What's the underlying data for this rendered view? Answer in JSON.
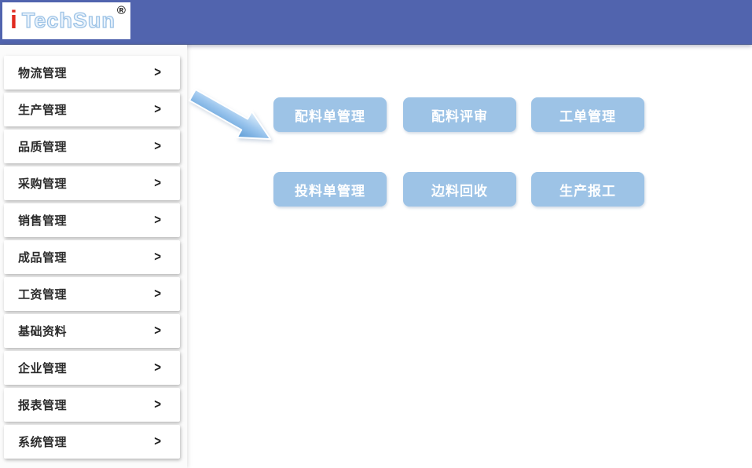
{
  "header": {
    "logo_i": "i",
    "logo_name": "TechSun",
    "logo_reg": "®"
  },
  "sidebar": {
    "chevron": ">",
    "items": [
      {
        "label": "物流管理"
      },
      {
        "label": "生产管理"
      },
      {
        "label": "品质管理"
      },
      {
        "label": "采购管理"
      },
      {
        "label": "销售管理"
      },
      {
        "label": "成品管理"
      },
      {
        "label": "工资管理"
      },
      {
        "label": "基础资料"
      },
      {
        "label": "企业管理"
      },
      {
        "label": "报表管理"
      },
      {
        "label": "系统管理"
      }
    ]
  },
  "main": {
    "buttons": [
      {
        "label": "配料单管理"
      },
      {
        "label": "配料评审"
      },
      {
        "label": "工单管理"
      },
      {
        "label": "投料单管理"
      },
      {
        "label": "边料回收"
      },
      {
        "label": "生产报工"
      }
    ]
  },
  "colors": {
    "header_bg": "#5164AE",
    "logo_text_blue": "#9DC3E6",
    "logo_i_red": "#E02B20",
    "button_bg": "#9DC3E6",
    "button_text": "#FFFFFF",
    "arrow_blue": "#7FB2E5",
    "sidebar_text": "#2B2B2B"
  }
}
